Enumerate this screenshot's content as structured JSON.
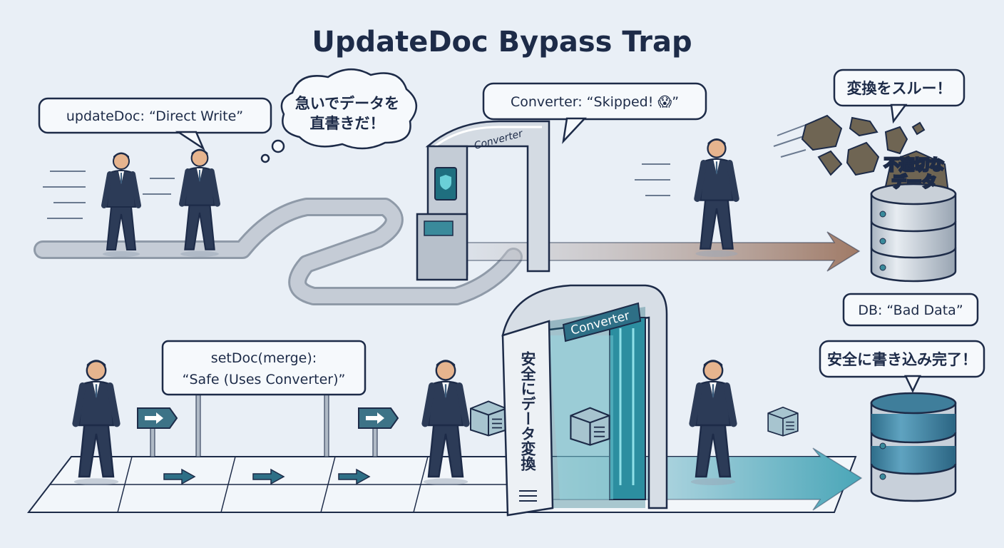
{
  "title": "UpdateDoc Bypass Trap",
  "top_flow": {
    "updatedoc_label": "updateDoc: “Direct Write”",
    "thought_line1": "急いでデータを",
    "thought_line2": "直書きだ！",
    "converter_bubble": "Converter: “Skipped! 😱”",
    "gate_label": "Converter",
    "skip_bubble": "変換をスルー！",
    "bad_data_line1": "不適切な",
    "bad_data_line2": "データ",
    "db_label": "DB: “Bad Data”"
  },
  "bottom_flow": {
    "sign_line1": "setDoc(merge):",
    "sign_line2": "“Safe (Uses Converter)”",
    "gate_label": "Converter",
    "gate_vertical_text": "安全にデータ変換",
    "success_bubble": "安全に書き込み完了！"
  },
  "colors": {
    "background": "#e9eff6",
    "ink": "#1d2b48",
    "bad_arrow": "#a07a66",
    "safe_arrow": "#4aa6b8",
    "gate_accent": "#2e7f94"
  }
}
